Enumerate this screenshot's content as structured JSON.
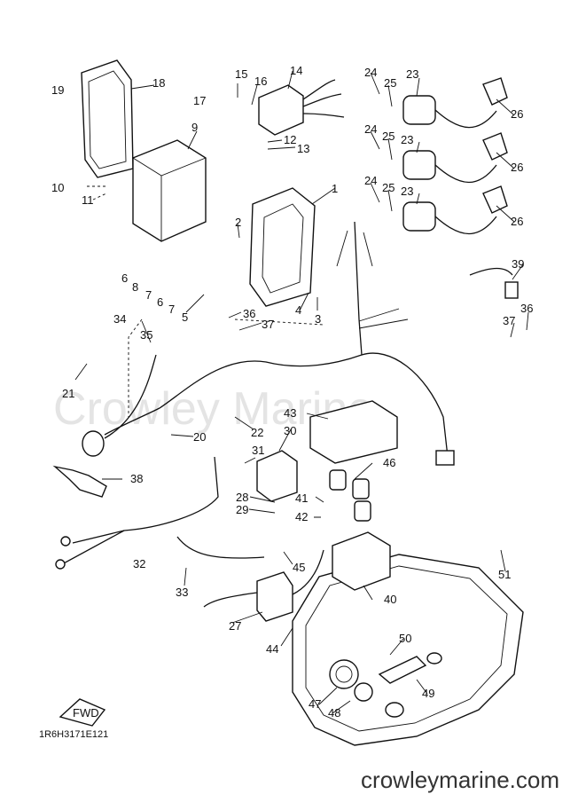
{
  "watermark": "Crowley Marine",
  "diagram_code": "1R6H3171E121",
  "site": "crowleymarine.com",
  "fwd_label": "FWD",
  "parts": [
    {
      "n": "1"
    },
    {
      "n": "2"
    },
    {
      "n": "3"
    },
    {
      "n": "4"
    },
    {
      "n": "5"
    },
    {
      "n": "6"
    },
    {
      "n": "7"
    },
    {
      "n": "8"
    },
    {
      "n": "9"
    },
    {
      "n": "10"
    },
    {
      "n": "11"
    },
    {
      "n": "12"
    },
    {
      "n": "13"
    },
    {
      "n": "14"
    },
    {
      "n": "15"
    },
    {
      "n": "16"
    },
    {
      "n": "17"
    },
    {
      "n": "18"
    },
    {
      "n": "19"
    },
    {
      "n": "20"
    },
    {
      "n": "21"
    },
    {
      "n": "22"
    },
    {
      "n": "23"
    },
    {
      "n": "24"
    },
    {
      "n": "25"
    },
    {
      "n": "26"
    },
    {
      "n": "27"
    },
    {
      "n": "28"
    },
    {
      "n": "29"
    },
    {
      "n": "30"
    },
    {
      "n": "31"
    },
    {
      "n": "32"
    },
    {
      "n": "33"
    },
    {
      "n": "34"
    },
    {
      "n": "35"
    },
    {
      "n": "36"
    },
    {
      "n": "37"
    },
    {
      "n": "38"
    },
    {
      "n": "39"
    },
    {
      "n": "40"
    },
    {
      "n": "41"
    },
    {
      "n": "42"
    },
    {
      "n": "43"
    },
    {
      "n": "44"
    },
    {
      "n": "45"
    },
    {
      "n": "46"
    },
    {
      "n": "47"
    },
    {
      "n": "48"
    },
    {
      "n": "49"
    },
    {
      "n": "50"
    },
    {
      "n": "51"
    }
  ]
}
